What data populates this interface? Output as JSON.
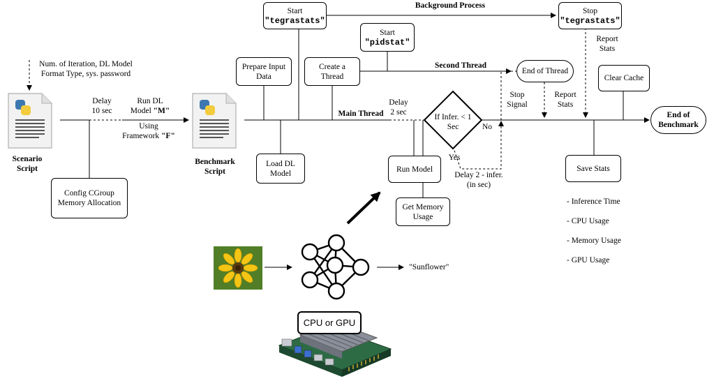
{
  "diagram": {
    "scenario_script": {
      "label": "Scenario\nScript"
    },
    "benchmark_script": {
      "label": "Benchmark\nScript"
    },
    "scenario_input_note": "Num. of Iteration, DL Model\nFormat Type, sys. password",
    "delay_10": "Delay\n10 sec",
    "run_dl_model": {
      "prefix": "Run DL\nModel ",
      "model": "\"M\""
    },
    "using_framework": {
      "prefix": "Using\nFramework ",
      "framework": "\"F\""
    },
    "config_cgroup": "Config CGroup\nMemory Allocation",
    "start_tegrastats": {
      "title": "Start",
      "cmd": "\"tegrastats\""
    },
    "stop_tegrastats": {
      "title": "Stop",
      "cmd": "\"tegrastats\""
    },
    "background_process": "Background Process",
    "start_pidstat": {
      "title": "Start",
      "cmd": "\"pidstat\""
    },
    "prepare_input": "Prepare Input\nData",
    "create_thread": "Create a Thread",
    "second_thread": "Second Thread",
    "end_of_thread": "End of Thread",
    "main_thread": "Main Thread",
    "load_dl_model": "Load DL\nModel",
    "delay_2": "Delay\n2 sec",
    "decision": "If Infer. < 1\nSec",
    "yes": "Yes",
    "no": "No",
    "run_model": "Run Model",
    "get_memory_usage": "Get Memory\nUsage",
    "delay_2_infer": "Delay 2 - infer.\n(in sec)",
    "stop_signal": "Stop\nSignal",
    "report_stats_1": "Report\nStats",
    "report_stats_2": "Report\nStats",
    "clear_cache": "Clear Cache",
    "end_of_benchmark": "End of\nBenchmark",
    "save_stats": "Save Stats",
    "stats_list": [
      "- Inference Time",
      "- CPU Usage",
      "- Memory Usage",
      "- GPU Usage"
    ],
    "inference_output": "\"Sunflower\"",
    "hardware": "CPU or GPU"
  },
  "icons": [
    "python-script-icon",
    "neural-network-icon",
    "sunflower-image",
    "jetson-board-icon"
  ]
}
